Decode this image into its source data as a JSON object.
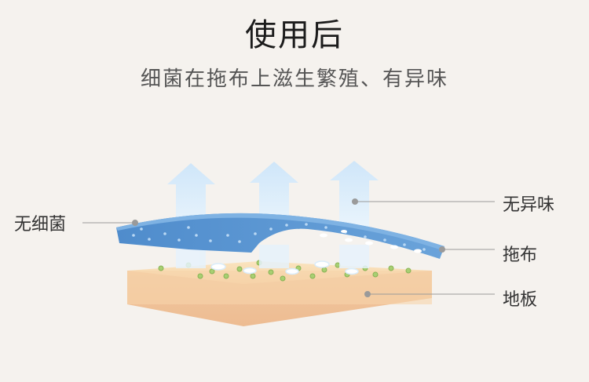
{
  "header": {
    "title": "使用后",
    "subtitle": "细菌在拖布上滋生繁殖、有异味"
  },
  "labels": {
    "left": "无细菌",
    "right_top": "无异味",
    "right_middle": "拖布",
    "right_bottom": "地板"
  },
  "colors": {
    "background": "#f5f2ee",
    "mop": "#5b96d2",
    "floor_top": "#f8dcb2",
    "floor_side": "#efc49c",
    "arrow": "#d8ecfb",
    "bacteria": "#9cc867",
    "leader_line": "#9a9a9a"
  },
  "icons": [
    "up-arrow-icon",
    "bubble-icon",
    "bacteria-dot-icon"
  ]
}
